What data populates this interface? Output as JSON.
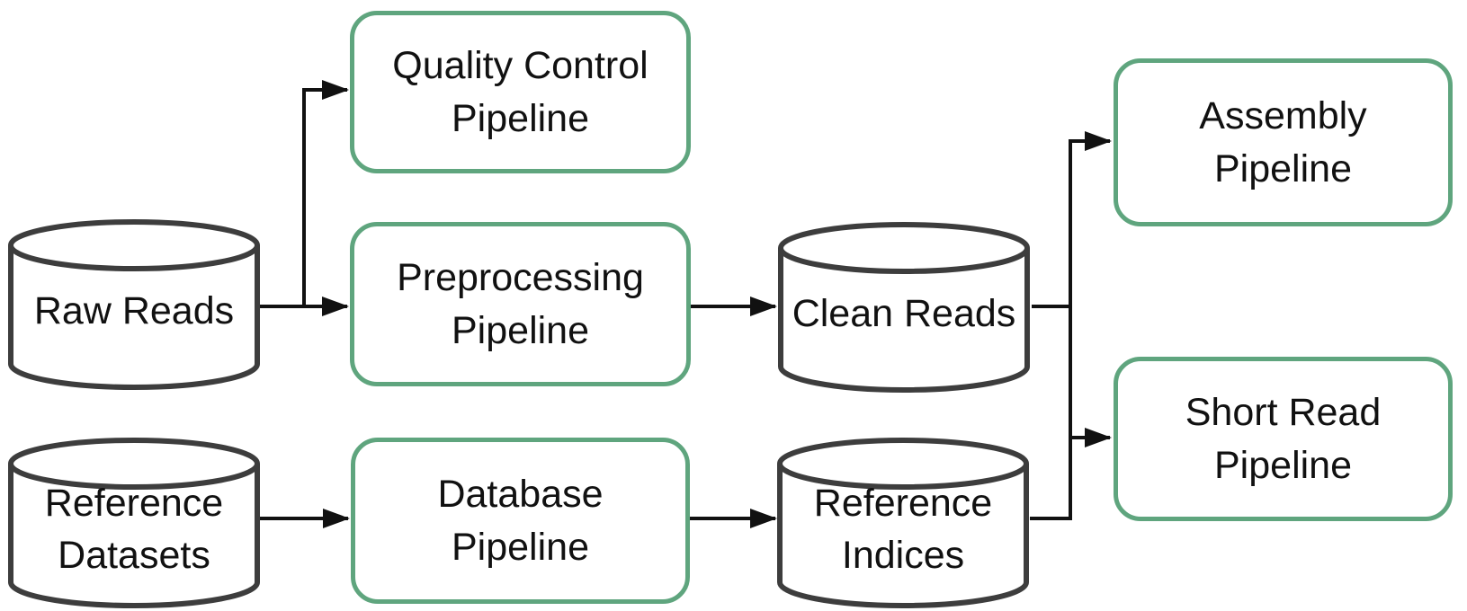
{
  "diagram_type": "flowchart",
  "colors": {
    "box_border": "#5FA57E",
    "cylinder_stroke": "#3D3D3D",
    "arrow": "#111111",
    "text": "#111111",
    "background": "#FFFFFF"
  },
  "nodes": {
    "raw_reads": {
      "label": "Raw Reads",
      "shape": "cylinder"
    },
    "quality_control": {
      "label": "Quality Control\nPipeline",
      "shape": "rounded-box"
    },
    "preprocessing": {
      "label": "Preprocessing\nPipeline",
      "shape": "rounded-box"
    },
    "clean_reads": {
      "label": "Clean Reads",
      "shape": "cylinder"
    },
    "assembly": {
      "label": "Assembly\nPipeline",
      "shape": "rounded-box"
    },
    "short_read": {
      "label": "Short Read\nPipeline",
      "shape": "rounded-box"
    },
    "reference_datasets": {
      "label": "Reference\nDatasets",
      "shape": "cylinder"
    },
    "database": {
      "label": "Database\nPipeline",
      "shape": "rounded-box"
    },
    "reference_indices": {
      "label": "Reference\nIndices",
      "shape": "cylinder"
    }
  },
  "edges": [
    {
      "from": "raw_reads",
      "to": "quality_control"
    },
    {
      "from": "raw_reads",
      "to": "preprocessing"
    },
    {
      "from": "preprocessing",
      "to": "clean_reads"
    },
    {
      "from": "clean_reads",
      "to": "assembly"
    },
    {
      "from": "clean_reads",
      "to": "short_read"
    },
    {
      "from": "reference_datasets",
      "to": "database"
    },
    {
      "from": "database",
      "to": "reference_indices"
    },
    {
      "from": "reference_indices",
      "to": "short_read"
    }
  ]
}
